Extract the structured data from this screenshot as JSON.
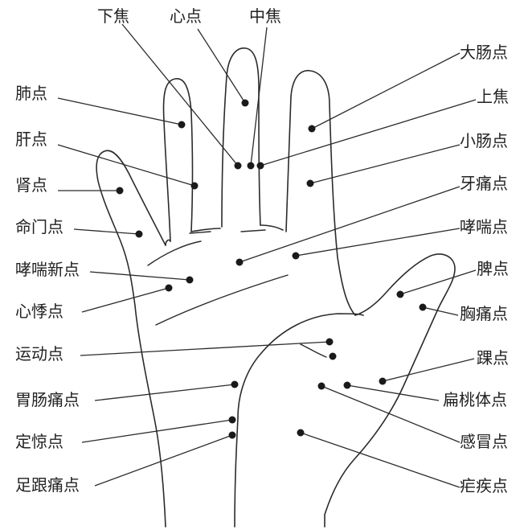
{
  "points": [
    {
      "id": "xiajiao",
      "label": "下焦"
    },
    {
      "id": "xindian",
      "label": "心点"
    },
    {
      "id": "zhongjiao",
      "label": "中焦"
    },
    {
      "id": "feidian",
      "label": "肺点"
    },
    {
      "id": "gandian",
      "label": "肝点"
    },
    {
      "id": "shendian",
      "label": "肾点"
    },
    {
      "id": "mingmen",
      "label": "命门点"
    },
    {
      "id": "xiaochuanxin",
      "label": "哮喘新点"
    },
    {
      "id": "xinji",
      "label": "心悸点"
    },
    {
      "id": "yundong",
      "label": "运动点"
    },
    {
      "id": "weichangtong",
      "label": "胃肠痛点"
    },
    {
      "id": "dingjing",
      "label": "定惊点"
    },
    {
      "id": "zugentong",
      "label": "足跟痛点"
    },
    {
      "id": "dachang",
      "label": "大肠点"
    },
    {
      "id": "shangjiao",
      "label": "上焦"
    },
    {
      "id": "xiaochang",
      "label": "小肠点"
    },
    {
      "id": "yatong",
      "label": "牙痛点"
    },
    {
      "id": "xiaochuan",
      "label": "哮喘点"
    },
    {
      "id": "pidian",
      "label": "脾点"
    },
    {
      "id": "xiongtong",
      "label": "胸痛点"
    },
    {
      "id": "huaidian",
      "label": "踝点"
    },
    {
      "id": "biantaoti",
      "label": "扁桃体点"
    },
    {
      "id": "ganmao",
      "label": "感冒点"
    },
    {
      "id": "nueji",
      "label": "疟疾点"
    }
  ]
}
